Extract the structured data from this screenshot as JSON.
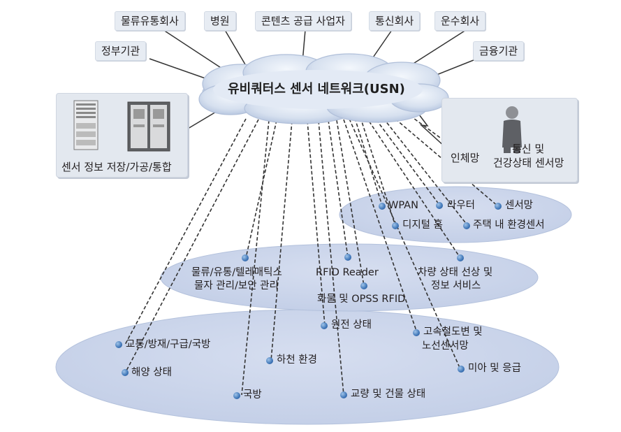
{
  "top_tags": {
    "logistics": "물류유통회사",
    "hospital": "병원",
    "content": "콘텐츠 공급 사업자",
    "telecom": "통신회사",
    "transport": "운수회사",
    "government": "정부기관",
    "finance": "금융기관"
  },
  "cloud": {
    "title": "유비쿼터스 센서 네트워크(USN)"
  },
  "server_panel": {
    "label": "센서 정보 저장/가공/통합"
  },
  "body_panel": {
    "line1": "통신 및",
    "line2": "건강상태 센서망",
    "human": "인체망"
  },
  "small_plane": {
    "wpan": "WPAN",
    "router": "라우터",
    "sensor_net": "센서망",
    "digital_home": "디지털 홈",
    "home_env": "주택 내 환경센서"
  },
  "middle_plane": {
    "logistics_l1": "물류/유통/텔레매틱스",
    "logistics_l2": "물자 관리/보안 관리",
    "rfid_reader": "RFID Reader",
    "cargo_rfid": "화물 및 OPSS RFID",
    "vehicle_l1": "차량 상태 선상 및",
    "vehicle_l2": "정보 서비스"
  },
  "large_plane": {
    "traffic": "교통/방재/구급/국방",
    "ocean": "해양 상태",
    "defense": "국방",
    "river": "하천 환경",
    "nuclear": "원전 상태",
    "bridge": "교량 및 건물 상태",
    "rail_l1": "고속철도변 및",
    "rail_l2": "노선센서망",
    "emergency": "미아 및 응급"
  },
  "colors": {
    "plane": "#c8d3e8",
    "plane_edge": "#b3c1dc",
    "tag_bg": "#e7ecf3",
    "panel_bg": "#e3e8ef",
    "dot": "#3f76b8",
    "line": "#333333",
    "cloud_light": "#eef3fb",
    "cloud_dark": "#bccbe4"
  }
}
